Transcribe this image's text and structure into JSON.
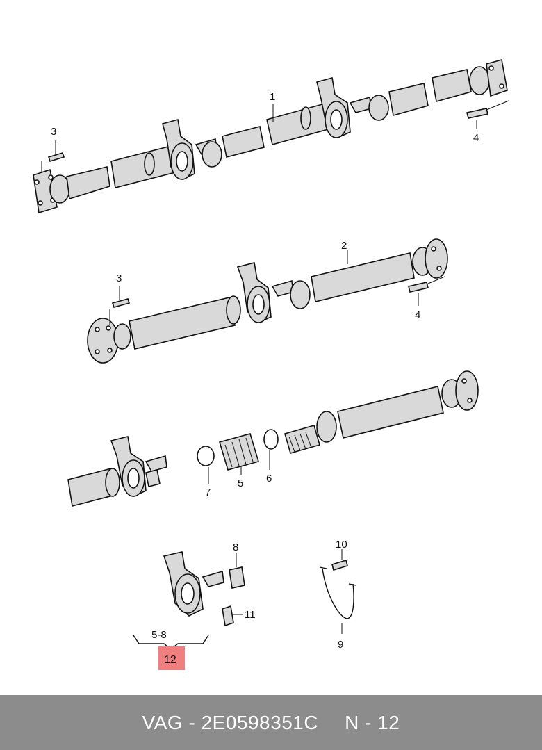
{
  "labels": {
    "l1": "1",
    "l2": "2",
    "l3a": "3",
    "l3b": "3",
    "l4a": "4",
    "l4b": "4",
    "l5": "5",
    "l6": "6",
    "l7": "7",
    "l8": "8",
    "l9": "9",
    "l10": "10",
    "l11": "11",
    "range": "5-8",
    "highlight": "12"
  },
  "colors": {
    "highlight": "#f08080",
    "part_fill": "#d9d9d9",
    "footer_bg": "#8c8c8c"
  },
  "footer": {
    "brand": "VAG - 2E0598351C",
    "ref": "N - 12"
  }
}
